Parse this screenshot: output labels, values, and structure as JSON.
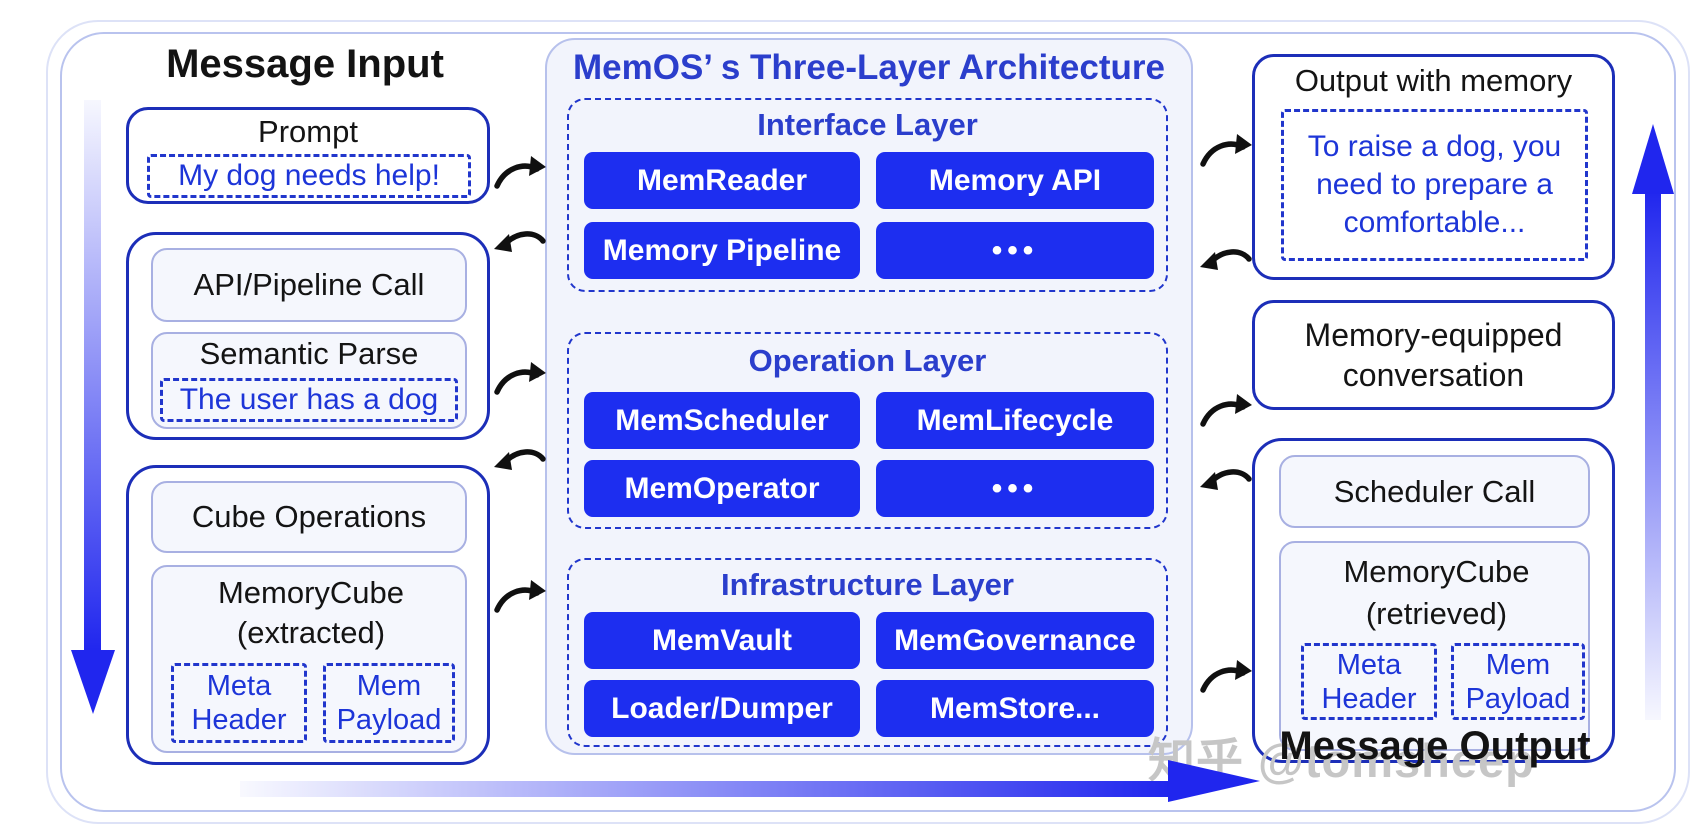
{
  "watermark": "知乎 @tomsheep",
  "colors": {
    "module_button_blue": "#1d2ef0",
    "box_border_navy": "#1c2eb8",
    "dashed_border_blue": "#2136cc",
    "panel_border": "#b7c1ec",
    "light_box_border": "#a8b0e2",
    "heading_blue": "#2b3ecc",
    "content_blue": "#1d35d8",
    "flow_arrow_blue": "#2026ee",
    "hand_arrow_black": "#101010",
    "watermark_gray": "#c6c6c6"
  },
  "left_column": {
    "title": "Message Input",
    "prompt": {
      "label": "Prompt",
      "content": "My dog needs help!"
    },
    "pipeline_group": {
      "api_call_label": "API/Pipeline Call",
      "semantic_parse": {
        "label": "Semantic Parse",
        "content": "The user has a dog"
      }
    },
    "cube_group": {
      "cube_operations_label": "Cube Operations",
      "memory_cube": {
        "title": "MemoryCube (extracted)",
        "meta_header": "Meta Header",
        "mem_payload": "Mem Payload"
      }
    }
  },
  "center_panel": {
    "title": "MemOS’ s Three-Layer Architecture",
    "layers": [
      {
        "name": "Interface Layer",
        "modules": [
          "MemReader",
          "Memory API",
          "Memory Pipeline",
          "•••"
        ]
      },
      {
        "name": "Operation Layer",
        "modules": [
          "MemScheduler",
          "MemLifecycle",
          "MemOperator",
          "•••"
        ]
      },
      {
        "name": "Infrastructure Layer",
        "modules": [
          "MemVault",
          "MemGovernance",
          "Loader/Dumper",
          "MemStore..."
        ]
      }
    ]
  },
  "right_column": {
    "output_box": {
      "label": "Output with memory",
      "content": "To raise a dog, you need to prepare a comfortable..."
    },
    "conversation_label": "Memory-equipped conversation",
    "scheduler_group": {
      "scheduler_call_label": "Scheduler Call",
      "memory_cube": {
        "title": "MemoryCube (retrieved)",
        "meta_header": "Meta Header",
        "mem_payload": "Mem Payload"
      }
    },
    "message_output_label": "Message Output"
  }
}
